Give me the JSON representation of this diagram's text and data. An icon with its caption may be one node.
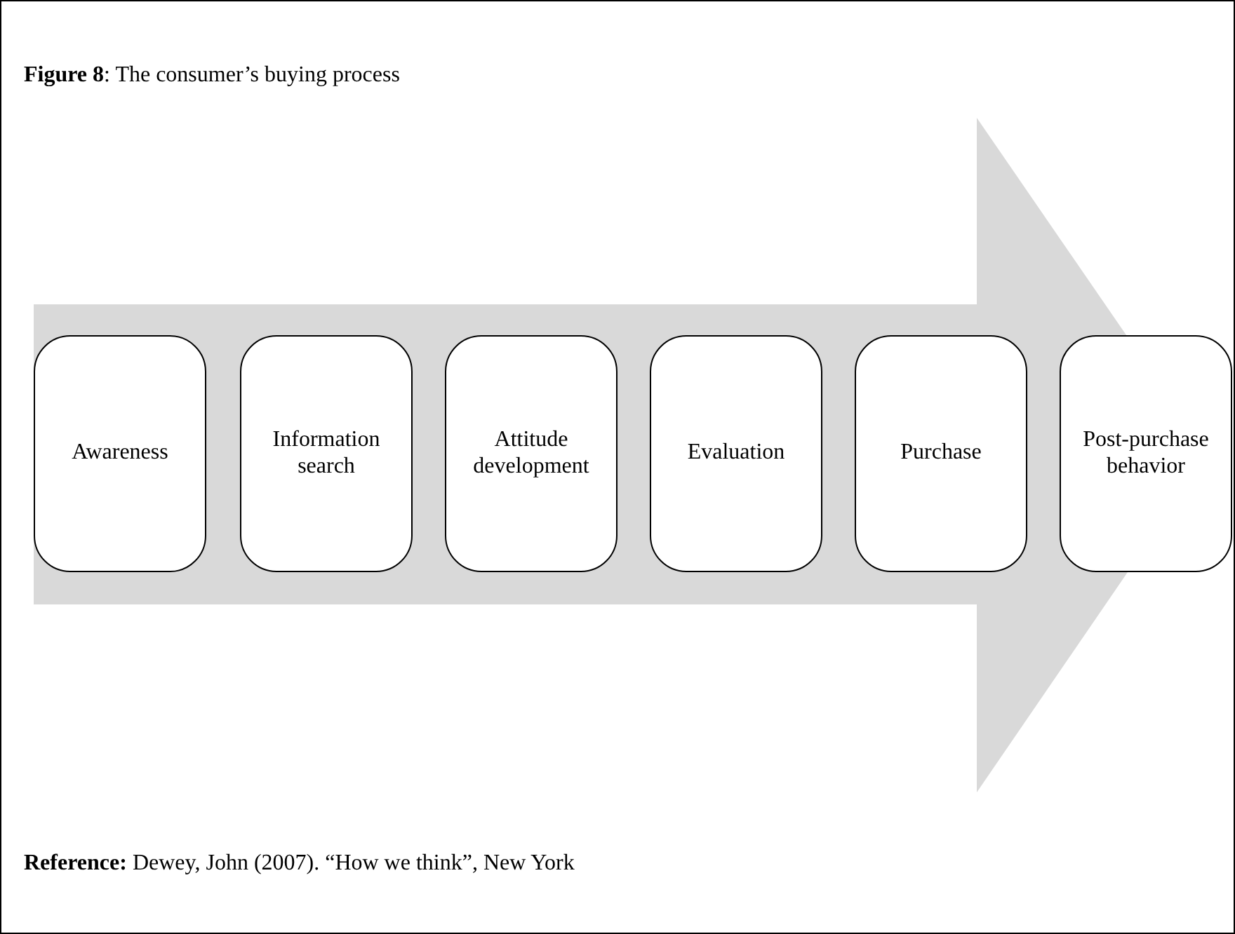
{
  "diagram": {
    "title": "**Figure 8**: The consumer’s buying process",
    "caption": "**Reference:** Dewey, John (2007). “How we think”, New York",
    "nodes": [
      {
        "text": [
          "Awareness"
        ]
      },
      {
        "text": [
          "Information search"
        ]
      },
      {
        "text": [
          "Attitude development"
        ]
      },
      {
        "text": [
          "Evaluation"
        ]
      },
      {
        "text": [
          "Purchase"
        ]
      },
      {
        "text": [
          "Post-purchase behavior"
        ]
      }
    ],
    "edges": [
      {
        "from": 0,
        "to": 5,
        "arrow": "to"
      }
    ]
  }
}
